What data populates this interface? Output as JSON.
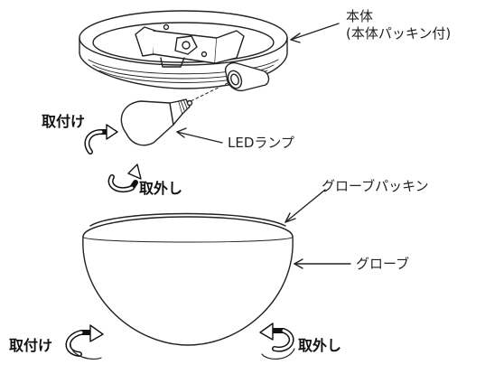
{
  "labels": {
    "body": "本体",
    "body_sub": "(本体パッキン付)",
    "led_lamp": "LEDランプ",
    "glove_packing": "グローブパッキン",
    "glove": "グローブ",
    "lamp_attach": "取付け",
    "lamp_remove": "取外し",
    "glove_attach": "取付け",
    "glove_remove": "取外し"
  },
  "colors": {
    "line": "#222222",
    "fill": "#ffffff",
    "arrow_dark": "#111111"
  },
  "icons": {
    "rotate_attach": "curved-arrow-clockwise-icon",
    "rotate_remove": "curved-arrow-counterclockwise-icon"
  }
}
